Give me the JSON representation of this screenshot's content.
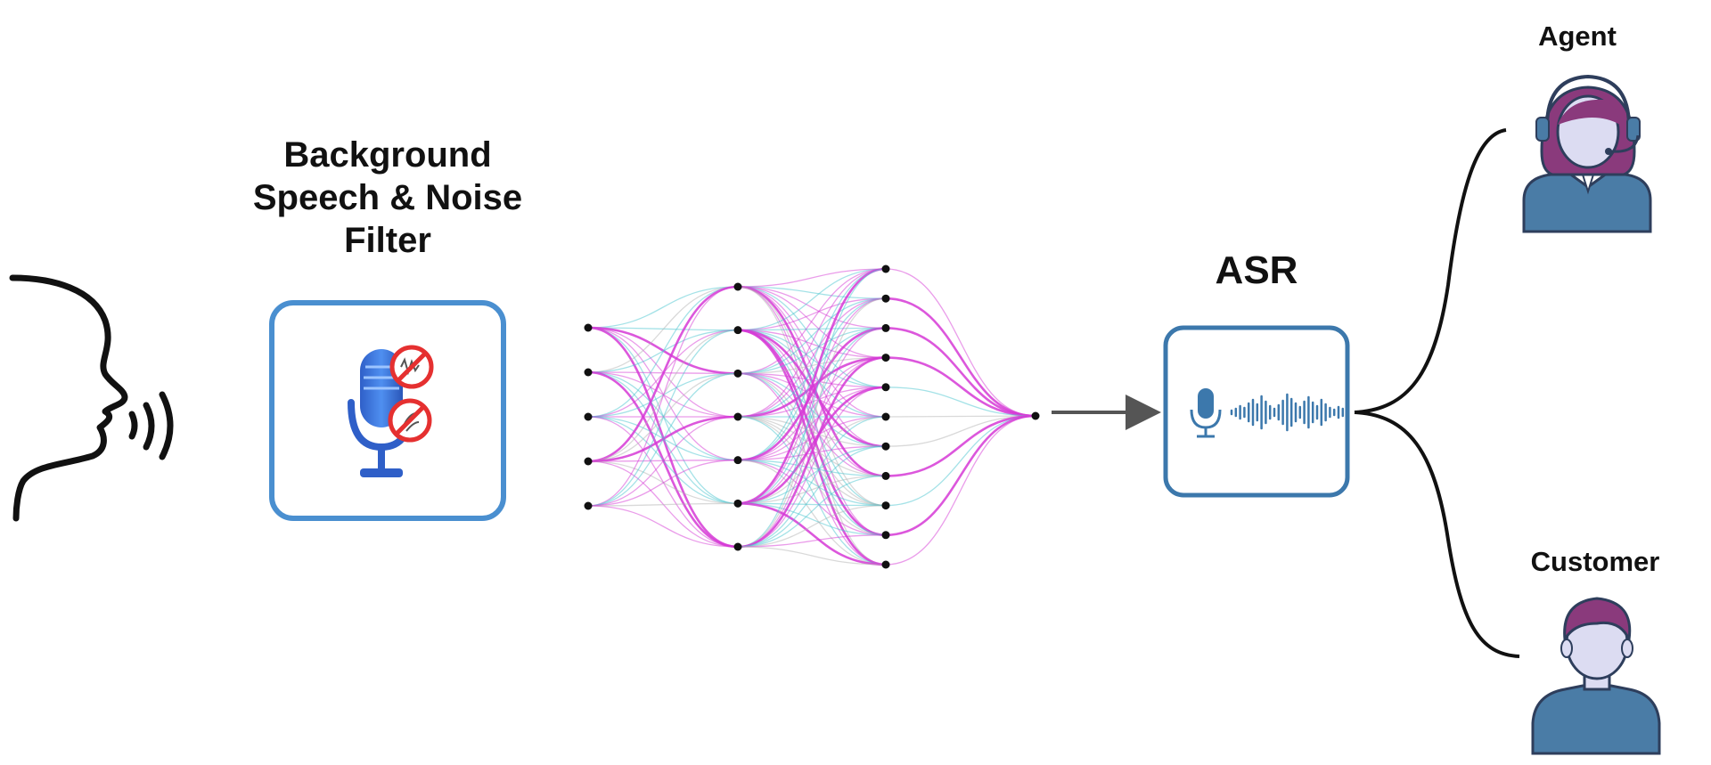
{
  "filter_box": {
    "title_lines": [
      "Background",
      "Speech & Noise",
      "Filter"
    ],
    "border_color": "#4a8fd0",
    "icon": "microphone-with-no-speech-and-no-noise-signs"
  },
  "neural_network": {
    "layers": [
      5,
      7,
      11,
      1
    ],
    "colors": [
      "#d63ad6",
      "#4ac6d0",
      "#b4b4b4"
    ]
  },
  "asr_box": {
    "title": "ASR",
    "border_color": "#3c78ac",
    "icon": "microphone-waveform-icon"
  },
  "outputs": {
    "agent": {
      "label": "Agent",
      "icon": "agent-headset-icon"
    },
    "customer": {
      "label": "Customer",
      "icon": "customer-avatar-icon"
    }
  },
  "speaker": {
    "icon": "speaking-head-icon"
  }
}
